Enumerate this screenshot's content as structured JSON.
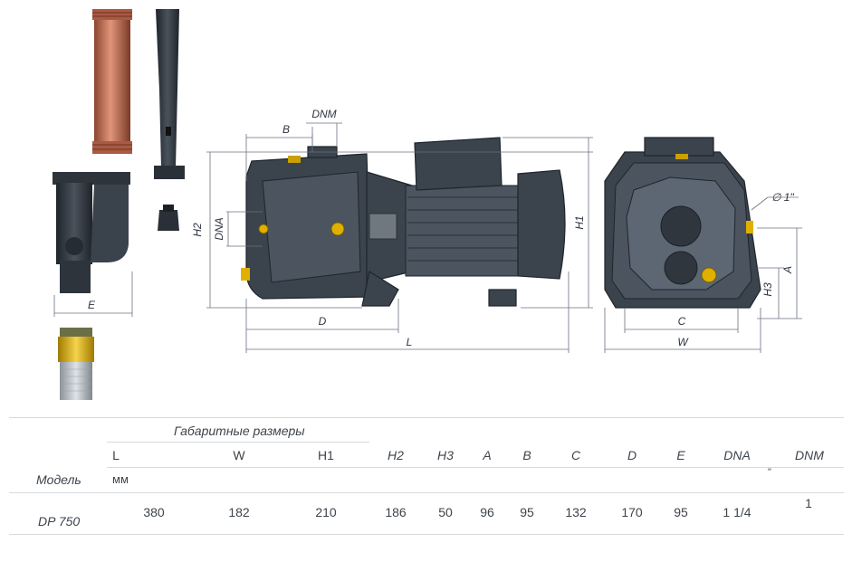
{
  "dimension_labels": {
    "L": "L",
    "W": "W",
    "H1": "H1",
    "H2": "H2",
    "H3": "H3",
    "A": "A",
    "B": "B",
    "C": "C",
    "D": "D",
    "E": "E",
    "DNA": "DNA",
    "DNM": "DNM",
    "diameter": "∅ 1\""
  },
  "colors": {
    "pump_body": "#3b434d",
    "brass": "#e0b000",
    "copper_pipe": "#c8735a",
    "background": "#ffffff"
  },
  "table": {
    "group_header": "Габаритные размеры",
    "row_label_header": "Модель",
    "unit": "мм",
    "stray_mark": "\"",
    "columns": [
      "L",
      "W",
      "H1",
      "H2",
      "H3",
      "A",
      "B",
      "C",
      "D",
      "E",
      "DNA",
      "DNM"
    ],
    "rows": [
      {
        "model": "DP 750",
        "values": [
          "380",
          "182",
          "210",
          "186",
          "50",
          "96",
          "95",
          "132",
          "170",
          "95",
          "1 1/4",
          "1"
        ]
      }
    ]
  }
}
